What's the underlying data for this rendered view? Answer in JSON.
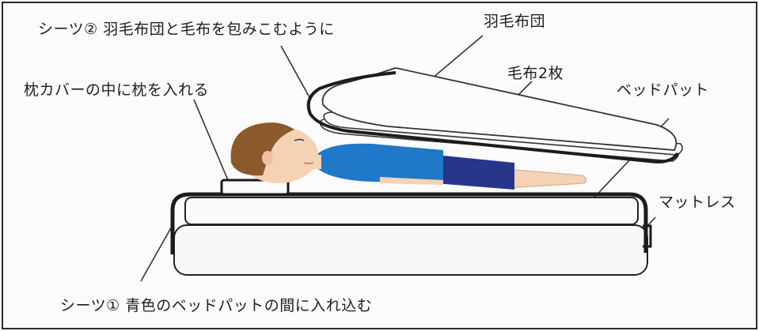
{
  "labels": {
    "sheet2": "シーツ② 羽毛布団と毛布を包みこむように",
    "down_comforter": "羽毛布団",
    "blankets": "毛布2枚",
    "pillow_cover": "枕カバーの中に枕を入れる",
    "bed_pad": "ベッドパット",
    "mattress": "マットレス",
    "sheet1": "シーツ① 青色のベッドパットの間に入れ込む"
  },
  "colors": {
    "shirt": "#1f78c8",
    "shorts": "#27368a",
    "hair": "#8a5a2b",
    "skin": "#f5d2b3",
    "outline": "#222222"
  }
}
